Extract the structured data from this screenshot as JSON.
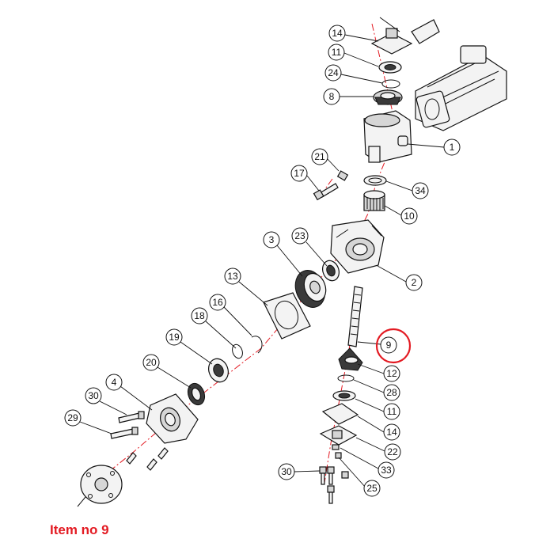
{
  "caption": "Item no 9",
  "highlight_color": "#e31b23",
  "highlighted_item": "9",
  "callouts": [
    "14",
    "11",
    "24",
    "8",
    "1",
    "21",
    "17",
    "34",
    "10",
    "23",
    "3",
    "2",
    "13",
    "16",
    "18",
    "19",
    "9",
    "12",
    "20",
    "28",
    "30",
    "4",
    "11",
    "29",
    "14",
    "22",
    "33",
    "30",
    "25"
  ]
}
